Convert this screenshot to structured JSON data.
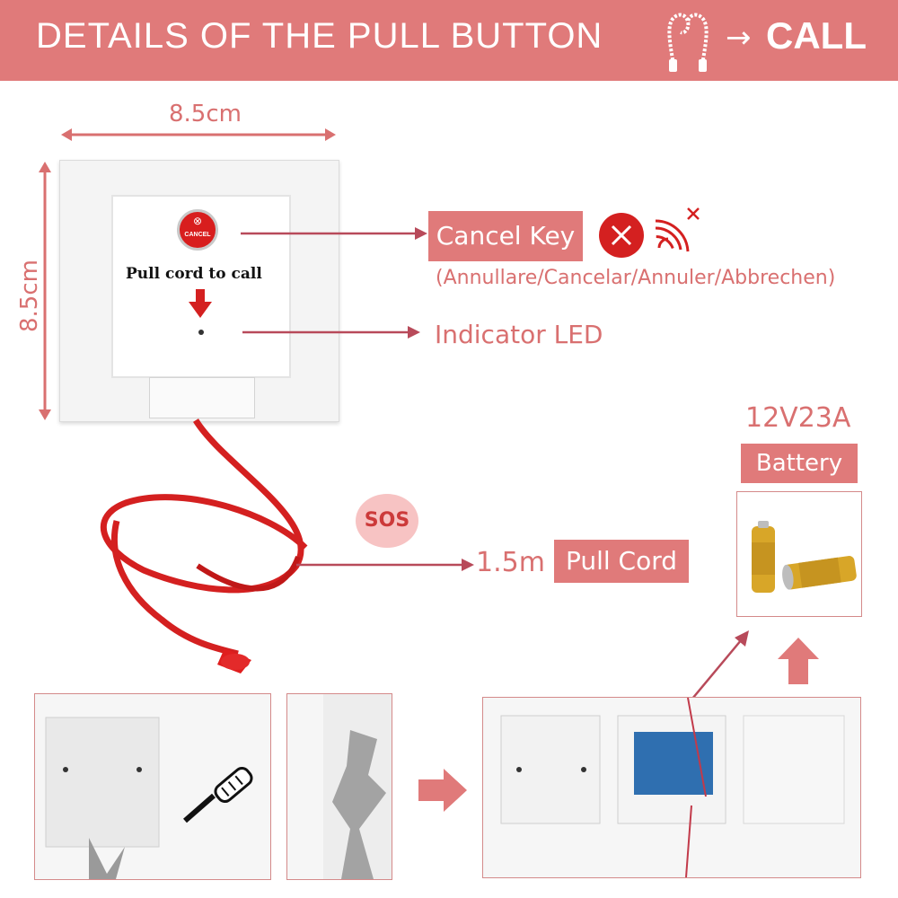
{
  "header": {
    "title": "DETAILS OF THE PULL BUTTON",
    "call_label": "CALL",
    "arrow_glyph": "→"
  },
  "dimensions": {
    "width": "8.5cm",
    "height": "8.5cm"
  },
  "device": {
    "cancel_button_text": "CANCEL",
    "instruction": "Pull cord to call"
  },
  "callouts": {
    "cancel_key": "Cancel Key",
    "cancel_translations": "(Annullare/Cancelar/Annuler/Abbrechen)",
    "indicator_led": "Indicator LED",
    "cord_length": "1.5m",
    "pull_cord": "Pull Cord",
    "sos": "SOS"
  },
  "battery": {
    "model": "12V23A",
    "label": "Battery"
  },
  "colors": {
    "accent": "#e07a7a",
    "cord_red": "#d42020",
    "arrow": "#b84a5a"
  },
  "icons": [
    "pull-cord-icon",
    "right-arrow-icon",
    "cancel-x-icon",
    "signal-off-icon",
    "down-arrow-icon",
    "screwdriver-icon",
    "up-arrow-icon"
  ]
}
